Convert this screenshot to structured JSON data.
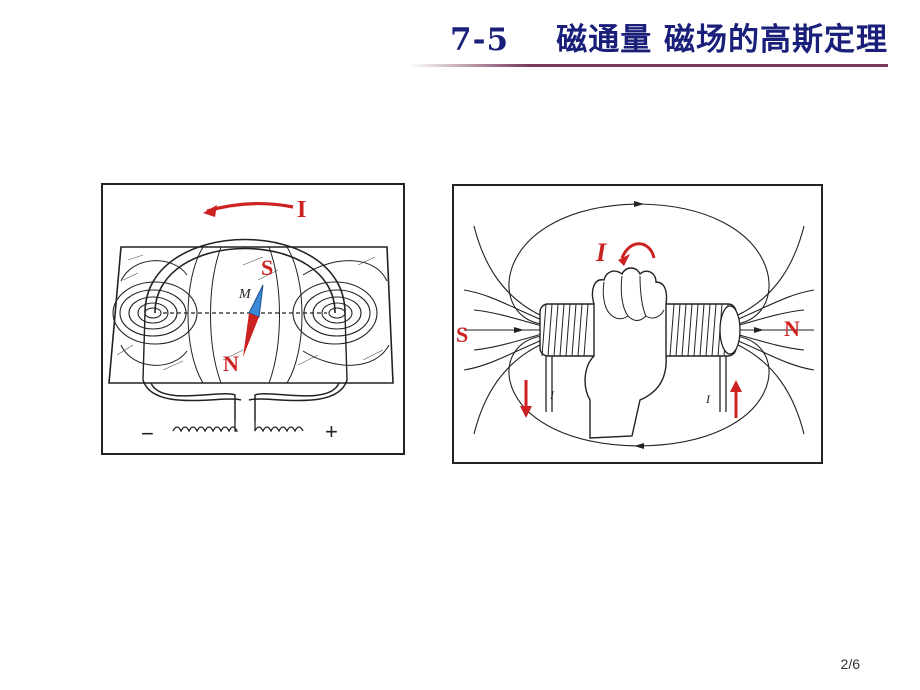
{
  "slide": {
    "title": "7-5    磁通量 磁场的高斯定理",
    "page_number": "2/6"
  },
  "figure_left": {
    "current_label": "I",
    "needle_south_label": "S",
    "needle_north_label": "N",
    "minus_sign": "−",
    "plus_sign": "+",
    "needle_mark": "M"
  },
  "figure_right": {
    "current_label": "I",
    "south_label": "S",
    "north_label": "N",
    "wire_label_left": "I",
    "wire_label_right": "I"
  },
  "colors": {
    "title": "#1a1f7a",
    "rule_dark": "#7a3b5a",
    "label_red": "#cc2222",
    "needle_blue": "#3a8ad8"
  }
}
